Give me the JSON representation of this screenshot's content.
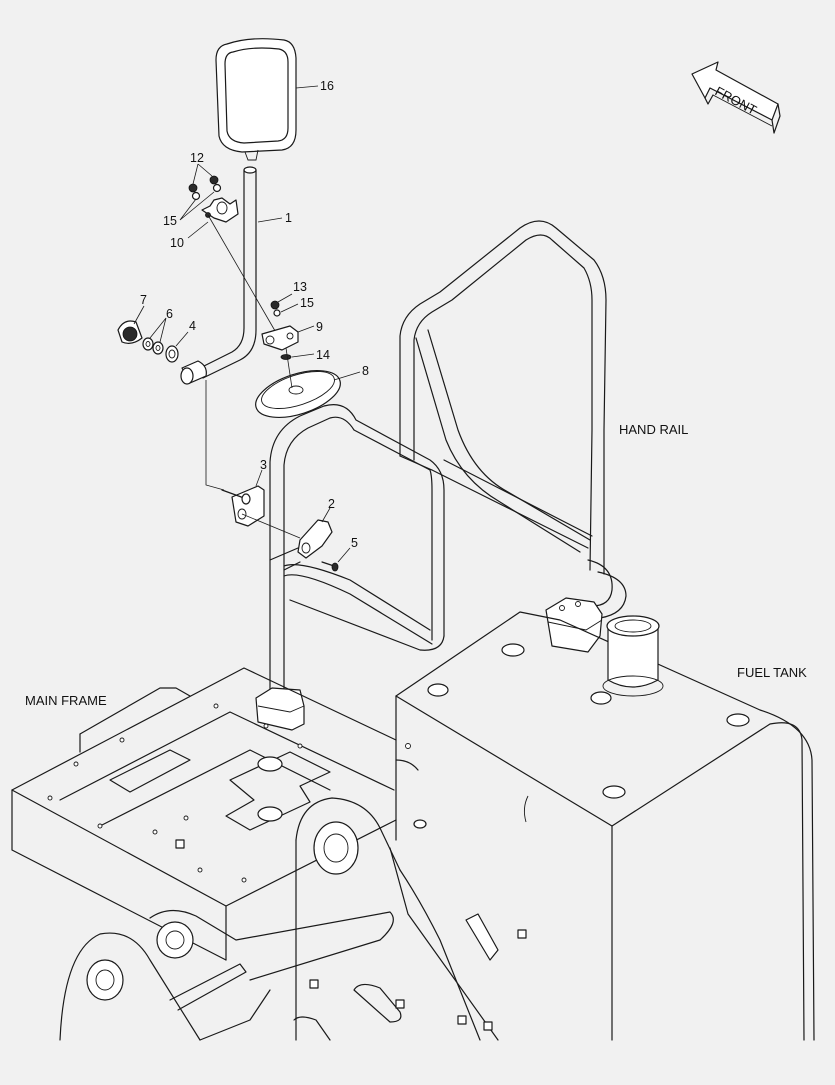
{
  "front_arrow": {
    "label": "FRONT"
  },
  "areas": {
    "hand_rail": "HAND RAIL",
    "fuel_tank": "FUEL TANK",
    "main_frame": "MAIN FRAME"
  },
  "callouts": {
    "c1": "1",
    "c2": "2",
    "c3": "3",
    "c4": "4",
    "c5": "5",
    "c6": "6",
    "c7": "7",
    "c8": "8",
    "c9": "9",
    "c10": "10",
    "c12": "12",
    "c13": "13",
    "c14": "14",
    "c15a": "15",
    "c15b": "15",
    "c16": "16"
  }
}
